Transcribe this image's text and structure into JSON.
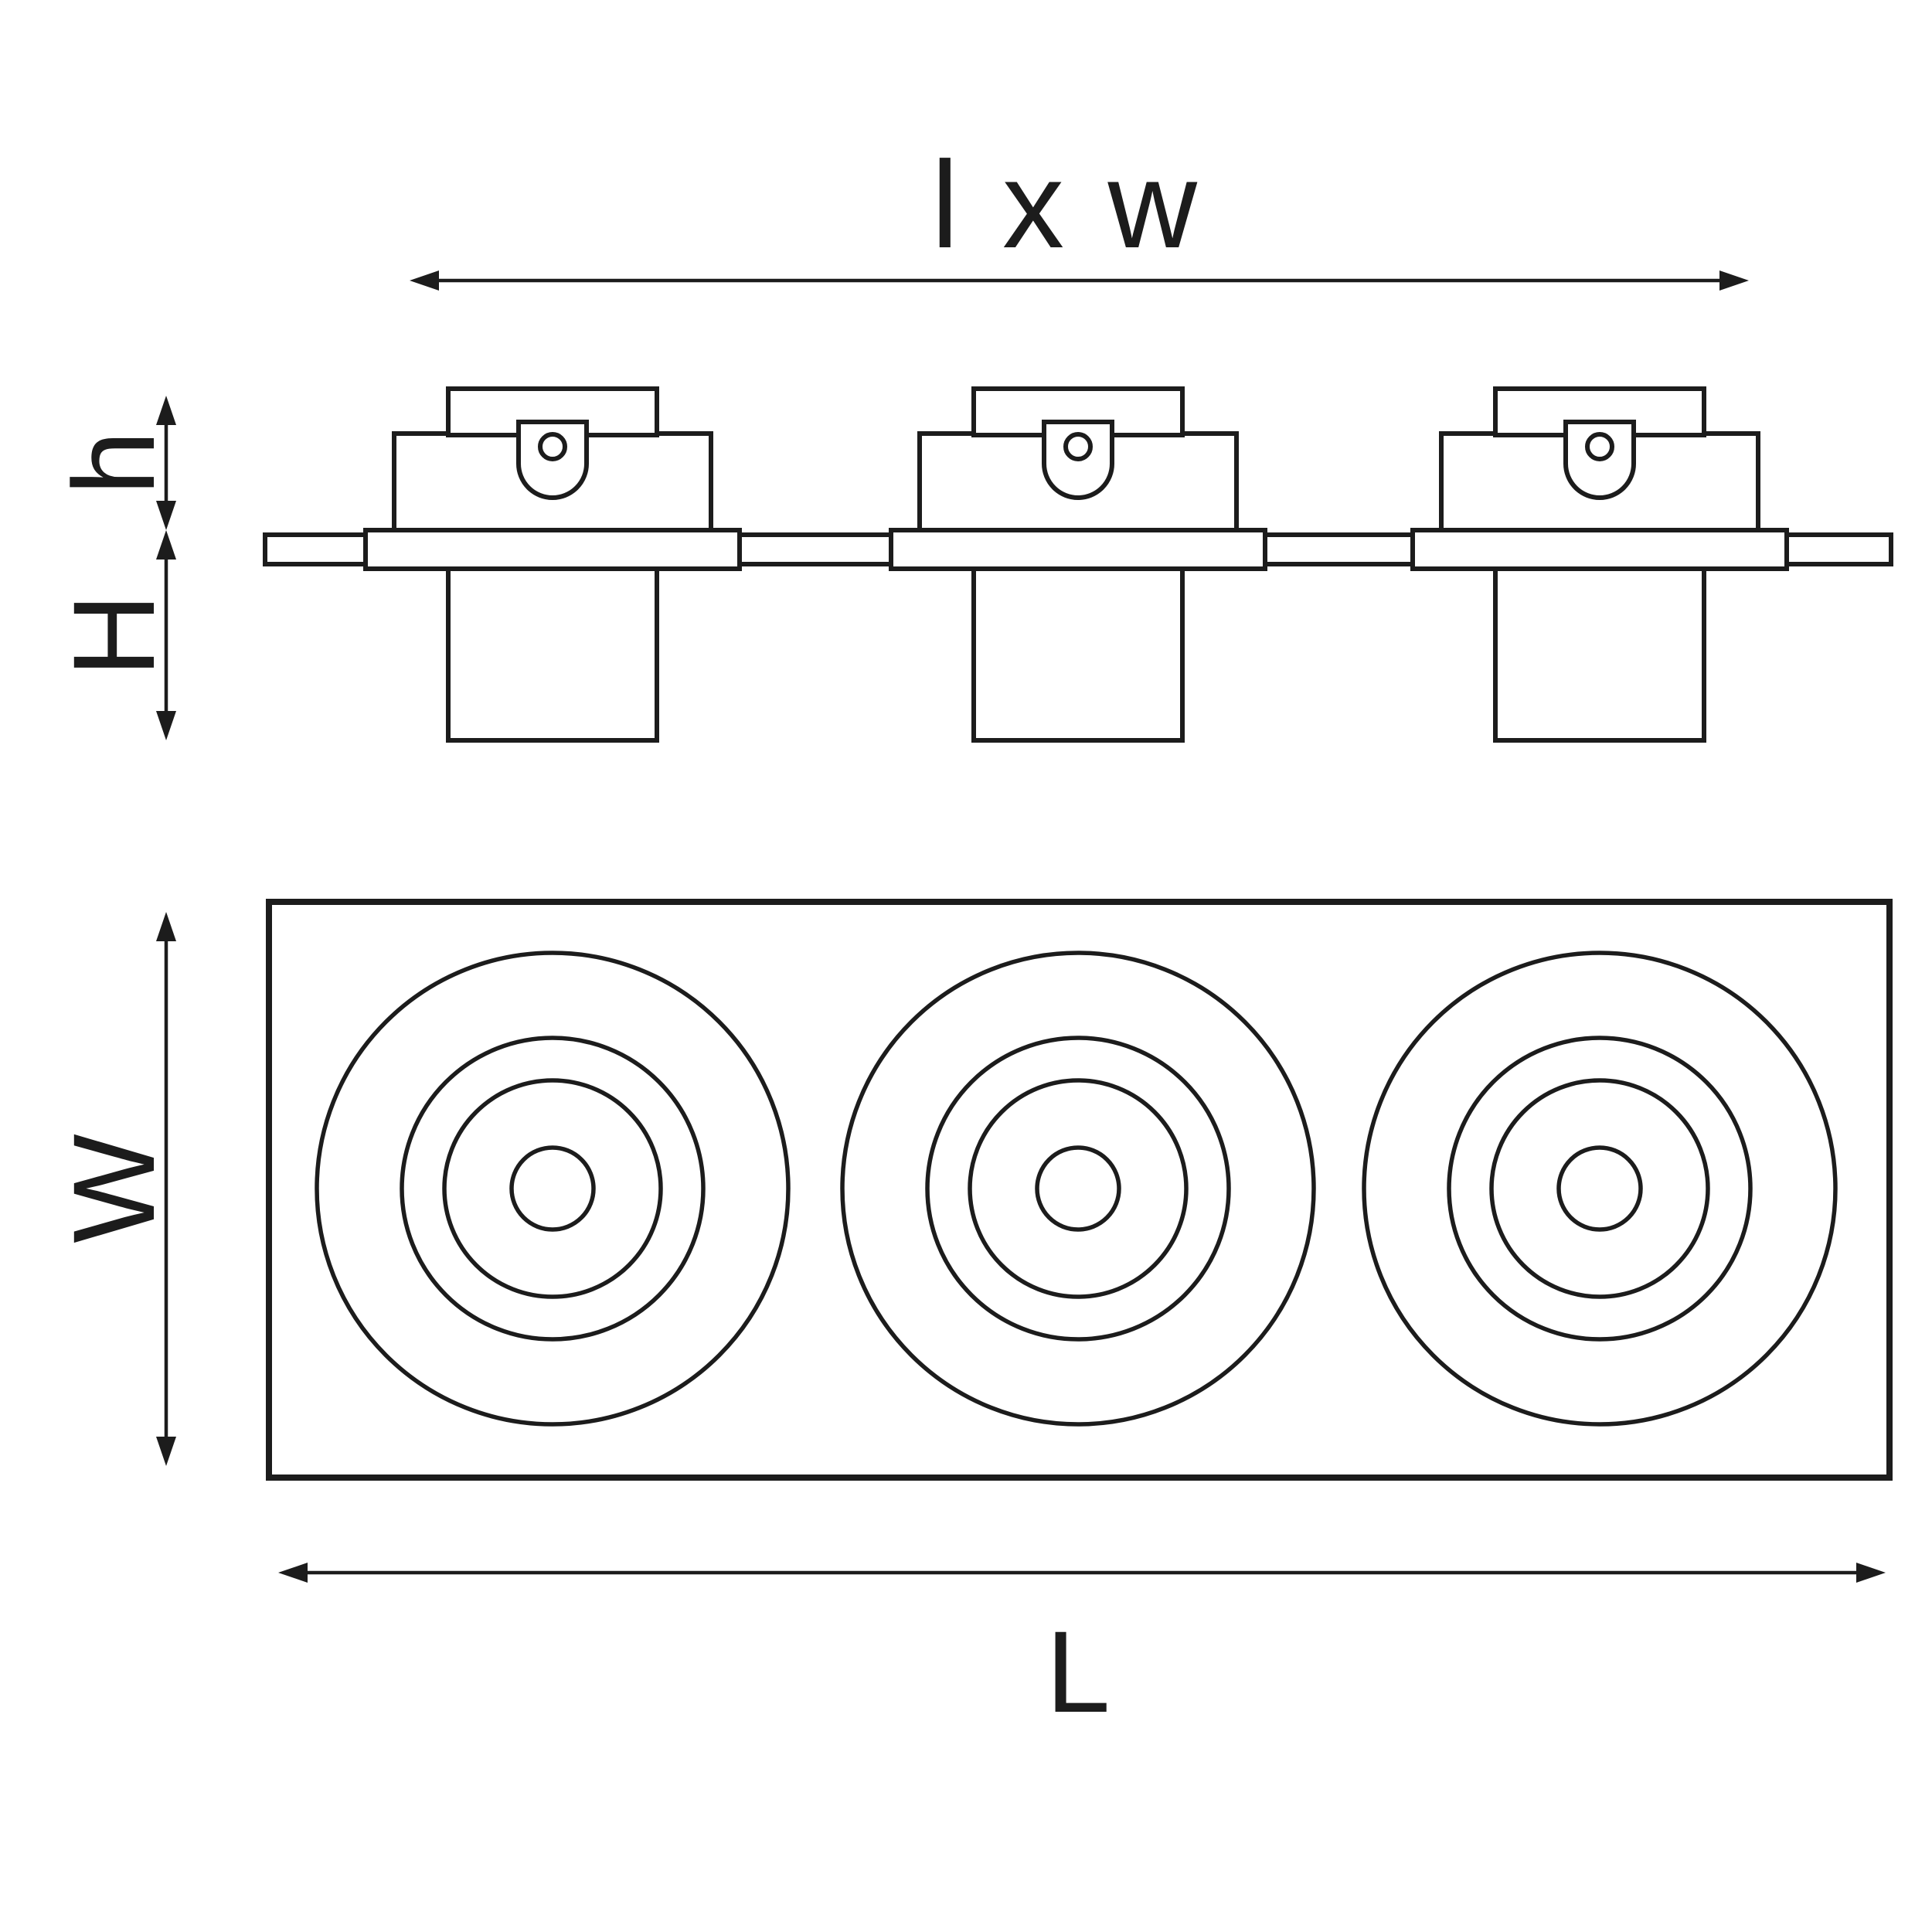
{
  "diagram": {
    "labels": {
      "length_width": "l x w",
      "housing_height": "h",
      "recess_depth": "H",
      "plan_width": "W",
      "plan_length": "L"
    },
    "colors": {
      "line": "#1c1c1c",
      "background": "#ffffff"
    },
    "spotlight_count": "3"
  }
}
